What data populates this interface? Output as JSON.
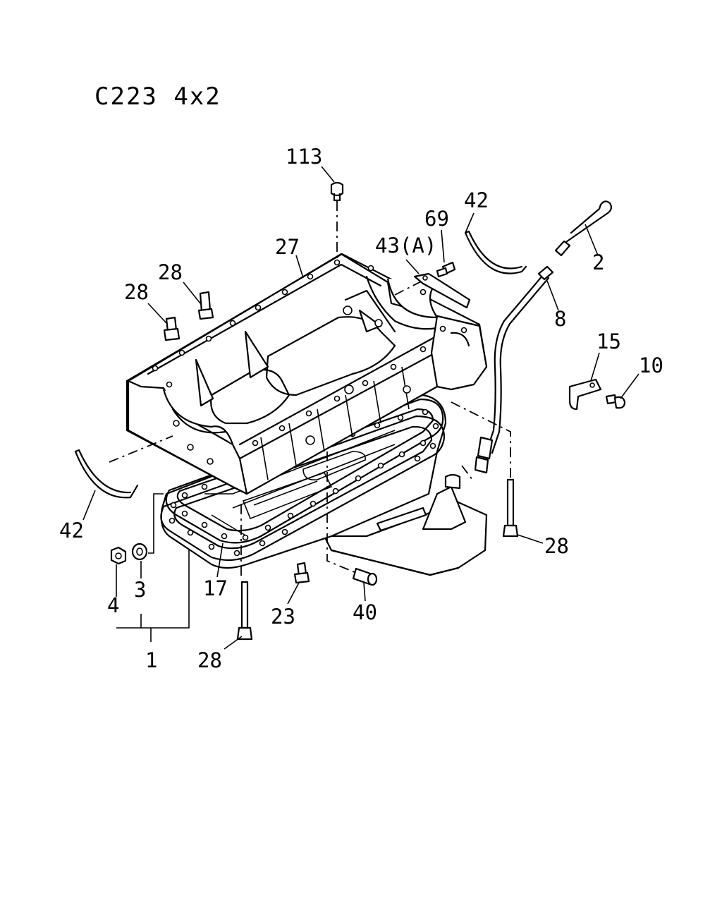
{
  "header": {
    "title": "C223  4x2"
  },
  "callouts": {
    "c113": "113",
    "c42_top": "42",
    "c69": "69",
    "c43a": "43(A)",
    "c2": "2",
    "c27": "27",
    "c28_a": "28",
    "c28_b": "28",
    "c8": "8",
    "c15": "15",
    "c10": "10",
    "c42_left": "42",
    "c28_right": "28",
    "c4": "4",
    "c3": "3",
    "c17": "17",
    "c23": "23",
    "c40": "40",
    "c1": "1",
    "c28_bottom": "28"
  }
}
